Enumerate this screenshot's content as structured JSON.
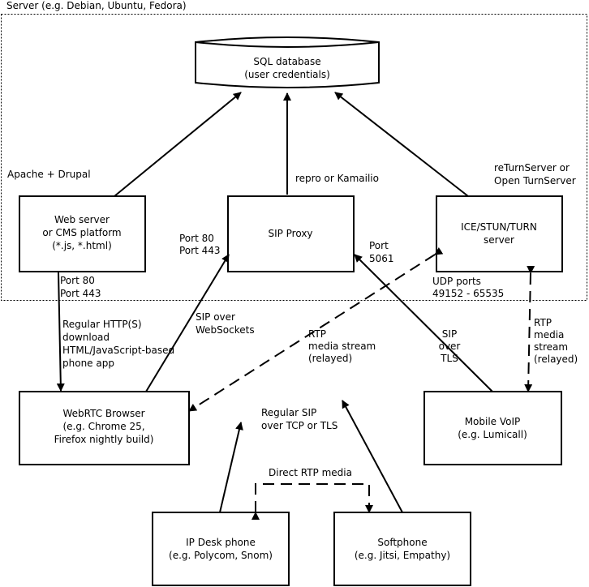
{
  "server_label": "Server (e.g. Debian, Ubuntu, Fedora)",
  "nodes": {
    "sql": [
      "SQL database",
      "(user credentials)"
    ],
    "web": [
      "Web server",
      "or CMS platform",
      "(*.js, *.html)"
    ],
    "sip": [
      "SIP Proxy"
    ],
    "ice": [
      "ICE/STUN/TURN",
      "server"
    ],
    "webrtc": [
      "WebRTC Browser",
      "(e.g. Chrome 25,",
      "Firefox nightly build)"
    ],
    "mobile": [
      "Mobile VoIP",
      "(e.g. Lumicall)"
    ],
    "ipdesk": [
      "IP Desk phone",
      "(e.g. Polycom, Snom)"
    ],
    "softphone": [
      "Softphone",
      "(e.g. Jitsi, Empathy)"
    ]
  },
  "labels": {
    "apache": [
      "Apache + Drupal"
    ],
    "repro": [
      "repro or Kamailio"
    ],
    "returnserver": [
      "reTurnServer or",
      "Open TurnServer"
    ],
    "web_ports": [
      "Port 80",
      "Port 443"
    ],
    "sip_ports_left": [
      "Port 80",
      "Port 443"
    ],
    "sip_port_right": [
      "Port",
      "5061"
    ],
    "udp_ports": [
      "UDP ports",
      "49152 - 65535"
    ],
    "http_download": [
      "Regular HTTP(S)",
      "download",
      "HTML/JavaScript-based",
      "phone app"
    ],
    "sip_websockets": [
      "SIP over",
      "WebSockets"
    ],
    "rtp_relayed_mid": [
      "RTP",
      "media stream",
      "(relayed)"
    ],
    "sip_tls": [
      "SIP",
      "over",
      "TLS"
    ],
    "rtp_relayed_right": [
      "RTP",
      "media",
      "stream",
      "(relayed)"
    ],
    "regular_sip": [
      "Regular SIP",
      "over TCP or TLS"
    ],
    "direct_rtp": [
      "Direct RTP media"
    ]
  }
}
